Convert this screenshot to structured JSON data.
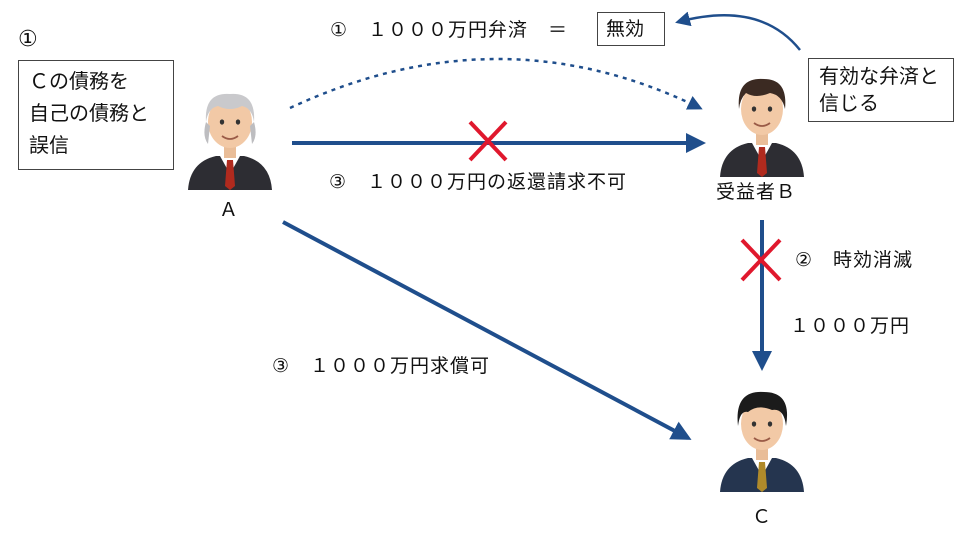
{
  "labels": {
    "step1_marker": "①",
    "step1_payment": "①　１０００万円弁済　＝",
    "invalid_box": "無効",
    "believe_line1": "有効な弁済と",
    "believe_line2": "信じる",
    "a_mistake_line1": "Ｃの債務を",
    "a_mistake_line2": "自己の債務と",
    "a_mistake_line3": "誤信",
    "return_claim": "③　１０００万円の返還請求不可",
    "reimbursement": "③　１０００万円求償可",
    "prescription": "②　時効消滅",
    "debt_amount": "１０００万円"
  },
  "persons": {
    "a_name": "Ａ",
    "b_name": "受益者Ｂ",
    "c_name": "Ｃ"
  },
  "colors": {
    "arrow": "#1f4e8c",
    "cross": "#e0182d",
    "suit": "#2d2d33",
    "suit_c": "#25354f",
    "skin": "#f2c9a6",
    "tie": "#b02a1e"
  }
}
